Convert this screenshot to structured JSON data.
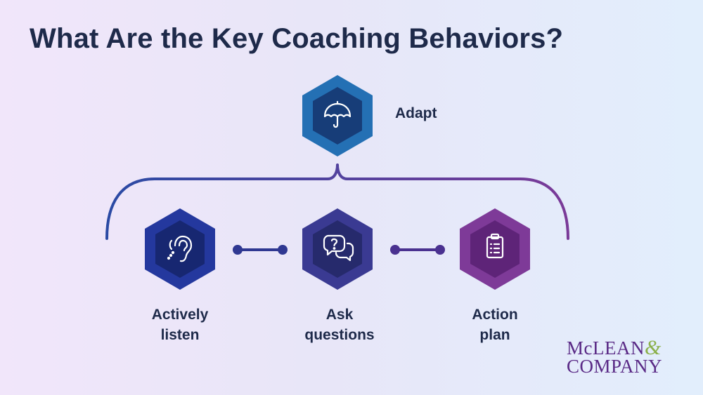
{
  "title": "What Are the Key Coaching Behaviors?",
  "adapt": {
    "label": "Adapt",
    "icon": "umbrella-icon"
  },
  "behaviors": [
    {
      "label_line1": "Actively",
      "label_line2": "listen",
      "icon": "ear-icon"
    },
    {
      "label_line1": "Ask",
      "label_line2": "questions",
      "icon": "chat-bubbles-icon"
    },
    {
      "label_line1": "Action",
      "label_line2": "plan",
      "icon": "clipboard-icon"
    }
  ],
  "logo": {
    "line1": "McLEAN",
    "ampersand": "&",
    "line2": "COMPANY"
  },
  "colors": {
    "adapt_outer": "#2470b4",
    "adapt_inner": "#173d78",
    "listen_outer": "#24389e",
    "listen_inner": "#172771",
    "ask_outer": "#3a3a92",
    "ask_inner": "#262a6c",
    "plan_outer": "#7e3a98",
    "plan_inner": "#5e2478",
    "text": "#1e2a4a"
  }
}
